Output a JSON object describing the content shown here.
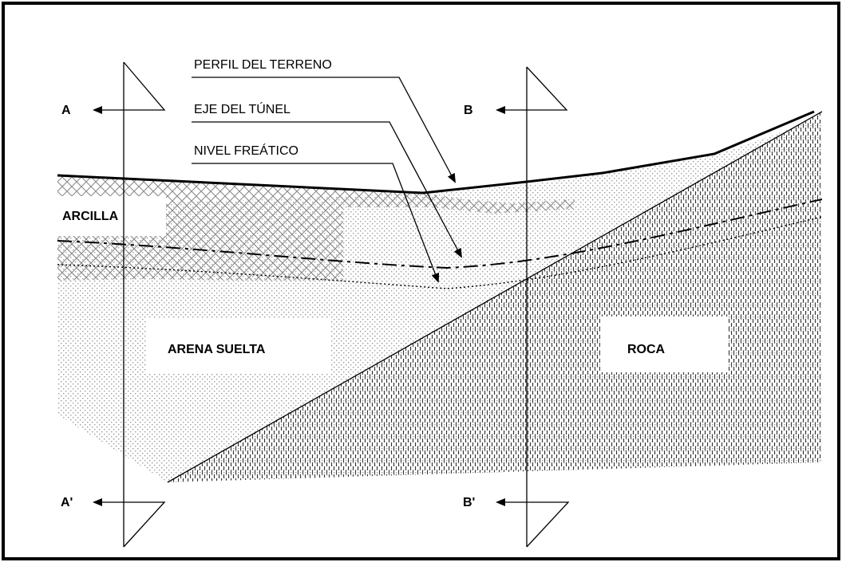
{
  "callouts": {
    "terrain_profile": "PERFIL DEL TERRENO",
    "tunnel_axis": "EJE DEL TÚNEL",
    "water_table": "NIVEL FREÁTICO"
  },
  "materials": {
    "clay": "ARCILLA",
    "loose_sand": "ARENA SUELTA",
    "rock": "ROCA"
  },
  "sections": {
    "a_top": "A",
    "a_bottom": "A'",
    "b_top": "B",
    "b_bottom": "B'"
  },
  "colors": {
    "line": "#000000",
    "background": "#ffffff",
    "clay_hatch": "#8a8a8a",
    "sand_dots": "#9a9a9a",
    "rock_dashes": "#333333"
  }
}
